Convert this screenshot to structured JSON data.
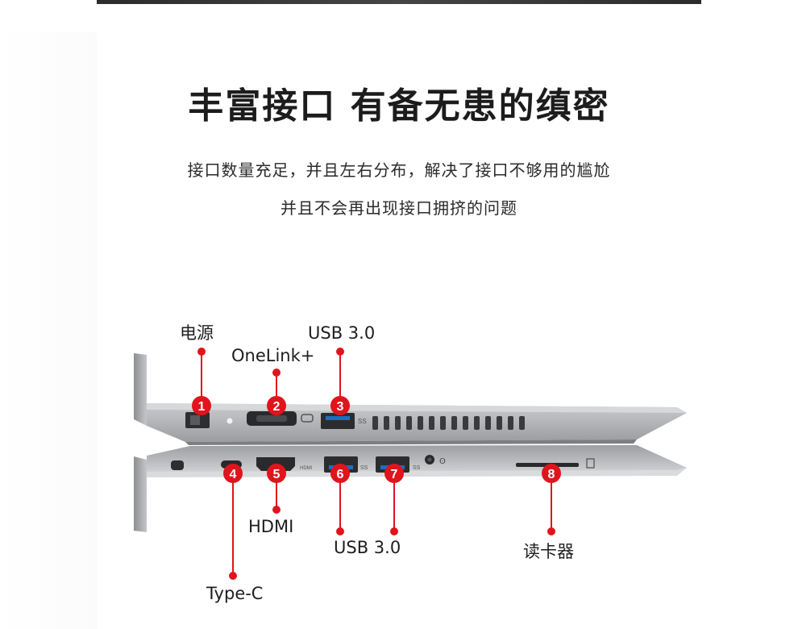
{
  "headline": "丰富接口 有备无患的缜密",
  "description": {
    "line1": "接口数量充足，并且左右分布，解决了接口不够用的尴尬",
    "line2": "并且不会再出现接口拥挤的问题"
  },
  "ports": [
    {
      "number": "1",
      "label": "电源"
    },
    {
      "number": "2",
      "label": "OneLink+"
    },
    {
      "number": "3",
      "label": "USB 3.0"
    },
    {
      "number": "4",
      "label": "Type-C"
    },
    {
      "number": "5",
      "label": "HDMI"
    },
    {
      "number": "6",
      "label": "USB 3.0"
    },
    {
      "number": "7",
      "label": ""
    },
    {
      "number": "8",
      "label": "读卡器"
    }
  ],
  "colors": {
    "accent": "#e0141c",
    "body": "#a9abae",
    "text": "#1e1e1e"
  }
}
